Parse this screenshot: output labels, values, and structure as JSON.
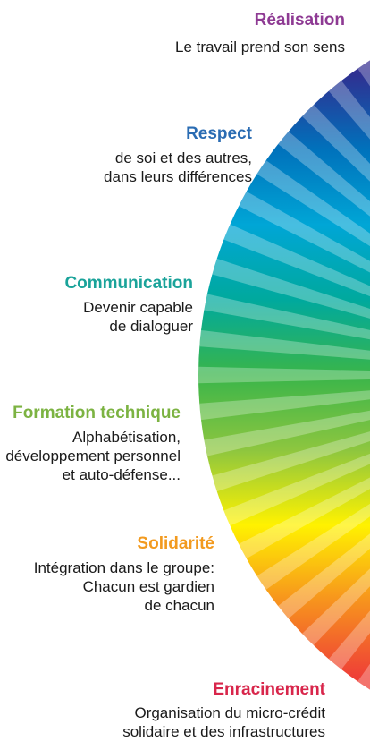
{
  "colors": {
    "wheel_stops": [
      "#7a2d90",
      "#2e3192",
      "#0072bc",
      "#00a6d6",
      "#00a99d",
      "#39b54a",
      "#8dc63f",
      "#fff200",
      "#f7941d",
      "#ef4136",
      "#ed1c24"
    ]
  },
  "sections": [
    {
      "title": "Réalisation",
      "title_color": "#8e3a93",
      "lines": [
        "Le travail prend son sens"
      ]
    },
    {
      "title": "Respect",
      "title_color": "#2a6cb3",
      "lines": [
        "de soi et des autres,",
        "dans leurs différences"
      ]
    },
    {
      "title": "Communication",
      "title_color": "#1aa39a",
      "lines": [
        "Devenir capable",
        "de dialoguer"
      ]
    },
    {
      "title": "Formation technique",
      "title_color": "#7cb342",
      "lines": [
        "Alphabétisation,",
        "développement personnel",
        "et auto-défense..."
      ]
    },
    {
      "title": "Solidarité",
      "title_color": "#f29a1f",
      "lines": [
        "Intégration dans le groupe:",
        "Chacun est gardien",
        "de chacun"
      ]
    },
    {
      "title": "Enracinement",
      "title_color": "#d8264b",
      "lines": [
        "Organisation du micro-crédit",
        "solidaire et des infrastructures"
      ]
    }
  ]
}
